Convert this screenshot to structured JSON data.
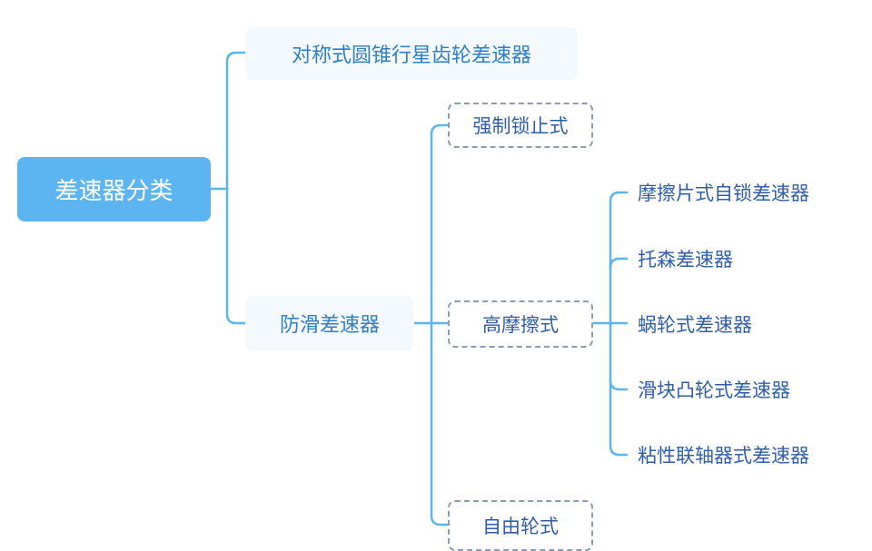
{
  "diagram": {
    "type": "mindmap",
    "colors": {
      "root_fill": "#5cb5f0",
      "connector": "#5cb5f0",
      "level1_fill": "#f4f9fe",
      "level1_text": "#2f7fc9",
      "dashed_border": "#8a9db5",
      "leaf_text": "#2f5fa8"
    },
    "root": {
      "label": "差速器分类"
    },
    "branches": [
      {
        "label": "对称式圆锥行星齿轮差速器"
      },
      {
        "label": "防滑差速器",
        "children": [
          {
            "label": "强制锁止式"
          },
          {
            "label": "高摩擦式",
            "children": [
              {
                "label": "摩擦片式自锁差速器"
              },
              {
                "label": "托森差速器"
              },
              {
                "label": "蜗轮式差速器"
              },
              {
                "label": "滑块凸轮式差速器"
              },
              {
                "label": "粘性联轴器式差速器"
              }
            ]
          },
          {
            "label": "自由轮式"
          }
        ]
      }
    ]
  }
}
